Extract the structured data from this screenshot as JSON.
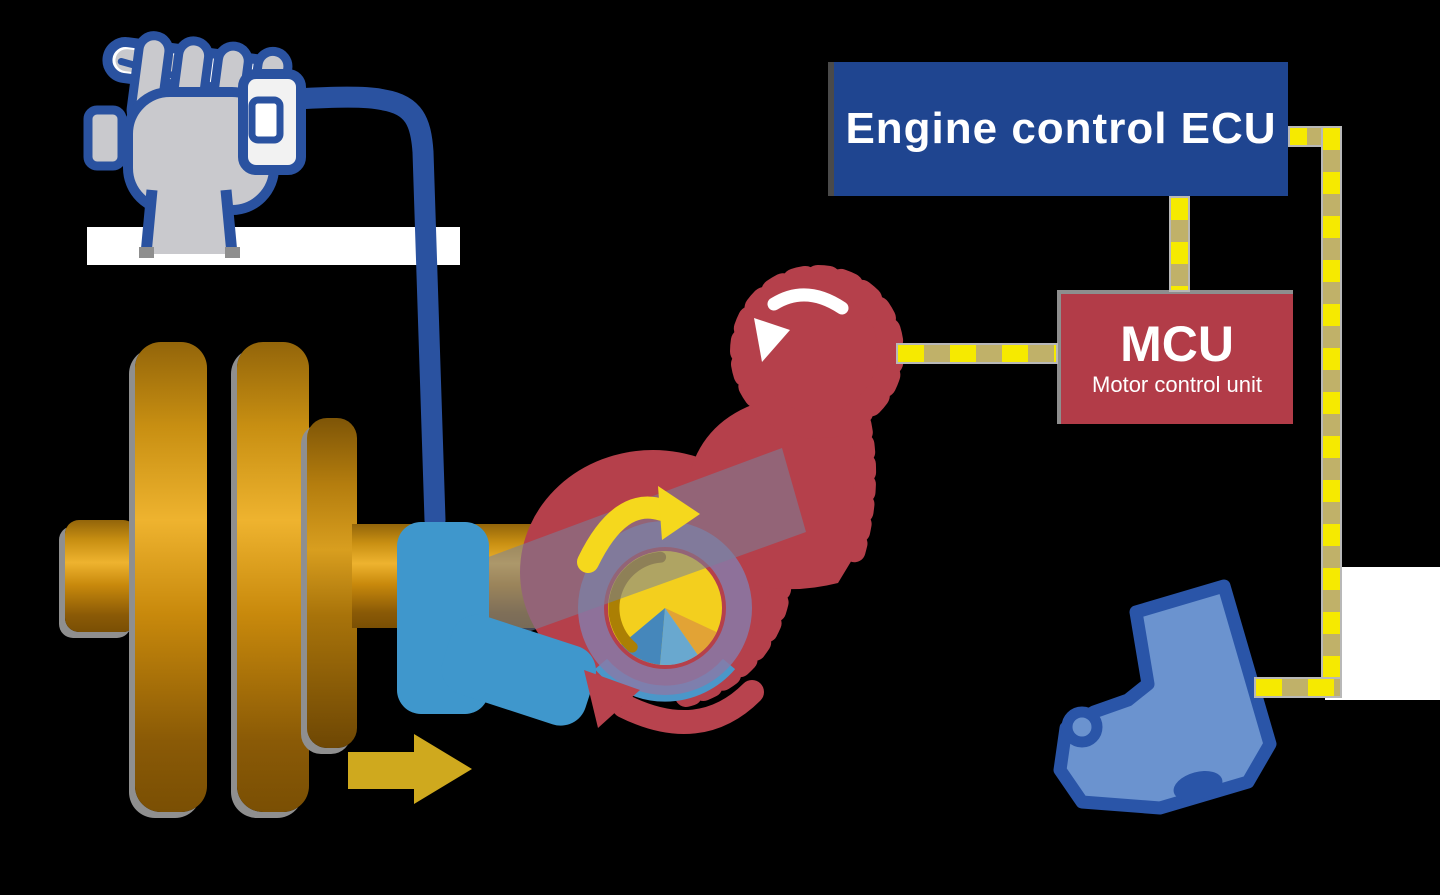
{
  "diagram": {
    "title_hidden": "",
    "ecu_box": {
      "label": "Engine control ECU",
      "color": "#1f4590",
      "text_color": "#ffffff"
    },
    "mcu_box": {
      "title": "MCU",
      "subtitle": "Motor control unit",
      "color": "#b23c48",
      "text_color": "#ffffff"
    },
    "signal_line": {
      "dash_color_bright": "#f6ea00",
      "dash_color_dim": "#c0b169",
      "casing_color": "#b8b8b8"
    },
    "palette": {
      "background": "#000000",
      "white_patch": "#ffffff",
      "steering_blue": "#2a52a0",
      "hand_gray": "#c9c9cd",
      "column_gold_light": "#eeb32f",
      "column_gold_dark": "#7a4f04",
      "motor_red": "#b5404b",
      "housing_light_blue": "#3f97cc",
      "pedal_blue_fill": "#6b93cf",
      "pedal_blue_outline": "#2a55a8",
      "gear_center_yellow": "#f3cf1e",
      "sensor_blue": "#4587bb",
      "assist_arrow_yellow": "#f5d81d",
      "torque_arrow_red": "#b8434e",
      "output_arrow_gold": "#cfa91e",
      "overlay_band": "rgba(118,130,156,0.55)",
      "overlay_ring": "rgba(135,122,168,0.85)"
    },
    "components": [
      "hand-on-steering-wheel",
      "steering-shaft-line",
      "steering-column-discs",
      "reduction-gear-disc",
      "motor-gear",
      "worm-gear",
      "torque-sensor-circle",
      "housing-cover-band",
      "engine-control-ecu-box",
      "mcu-box",
      "accelerator-pedal",
      "signal-dashed-lines",
      "rotation-arrows",
      "output-arrow"
    ]
  }
}
